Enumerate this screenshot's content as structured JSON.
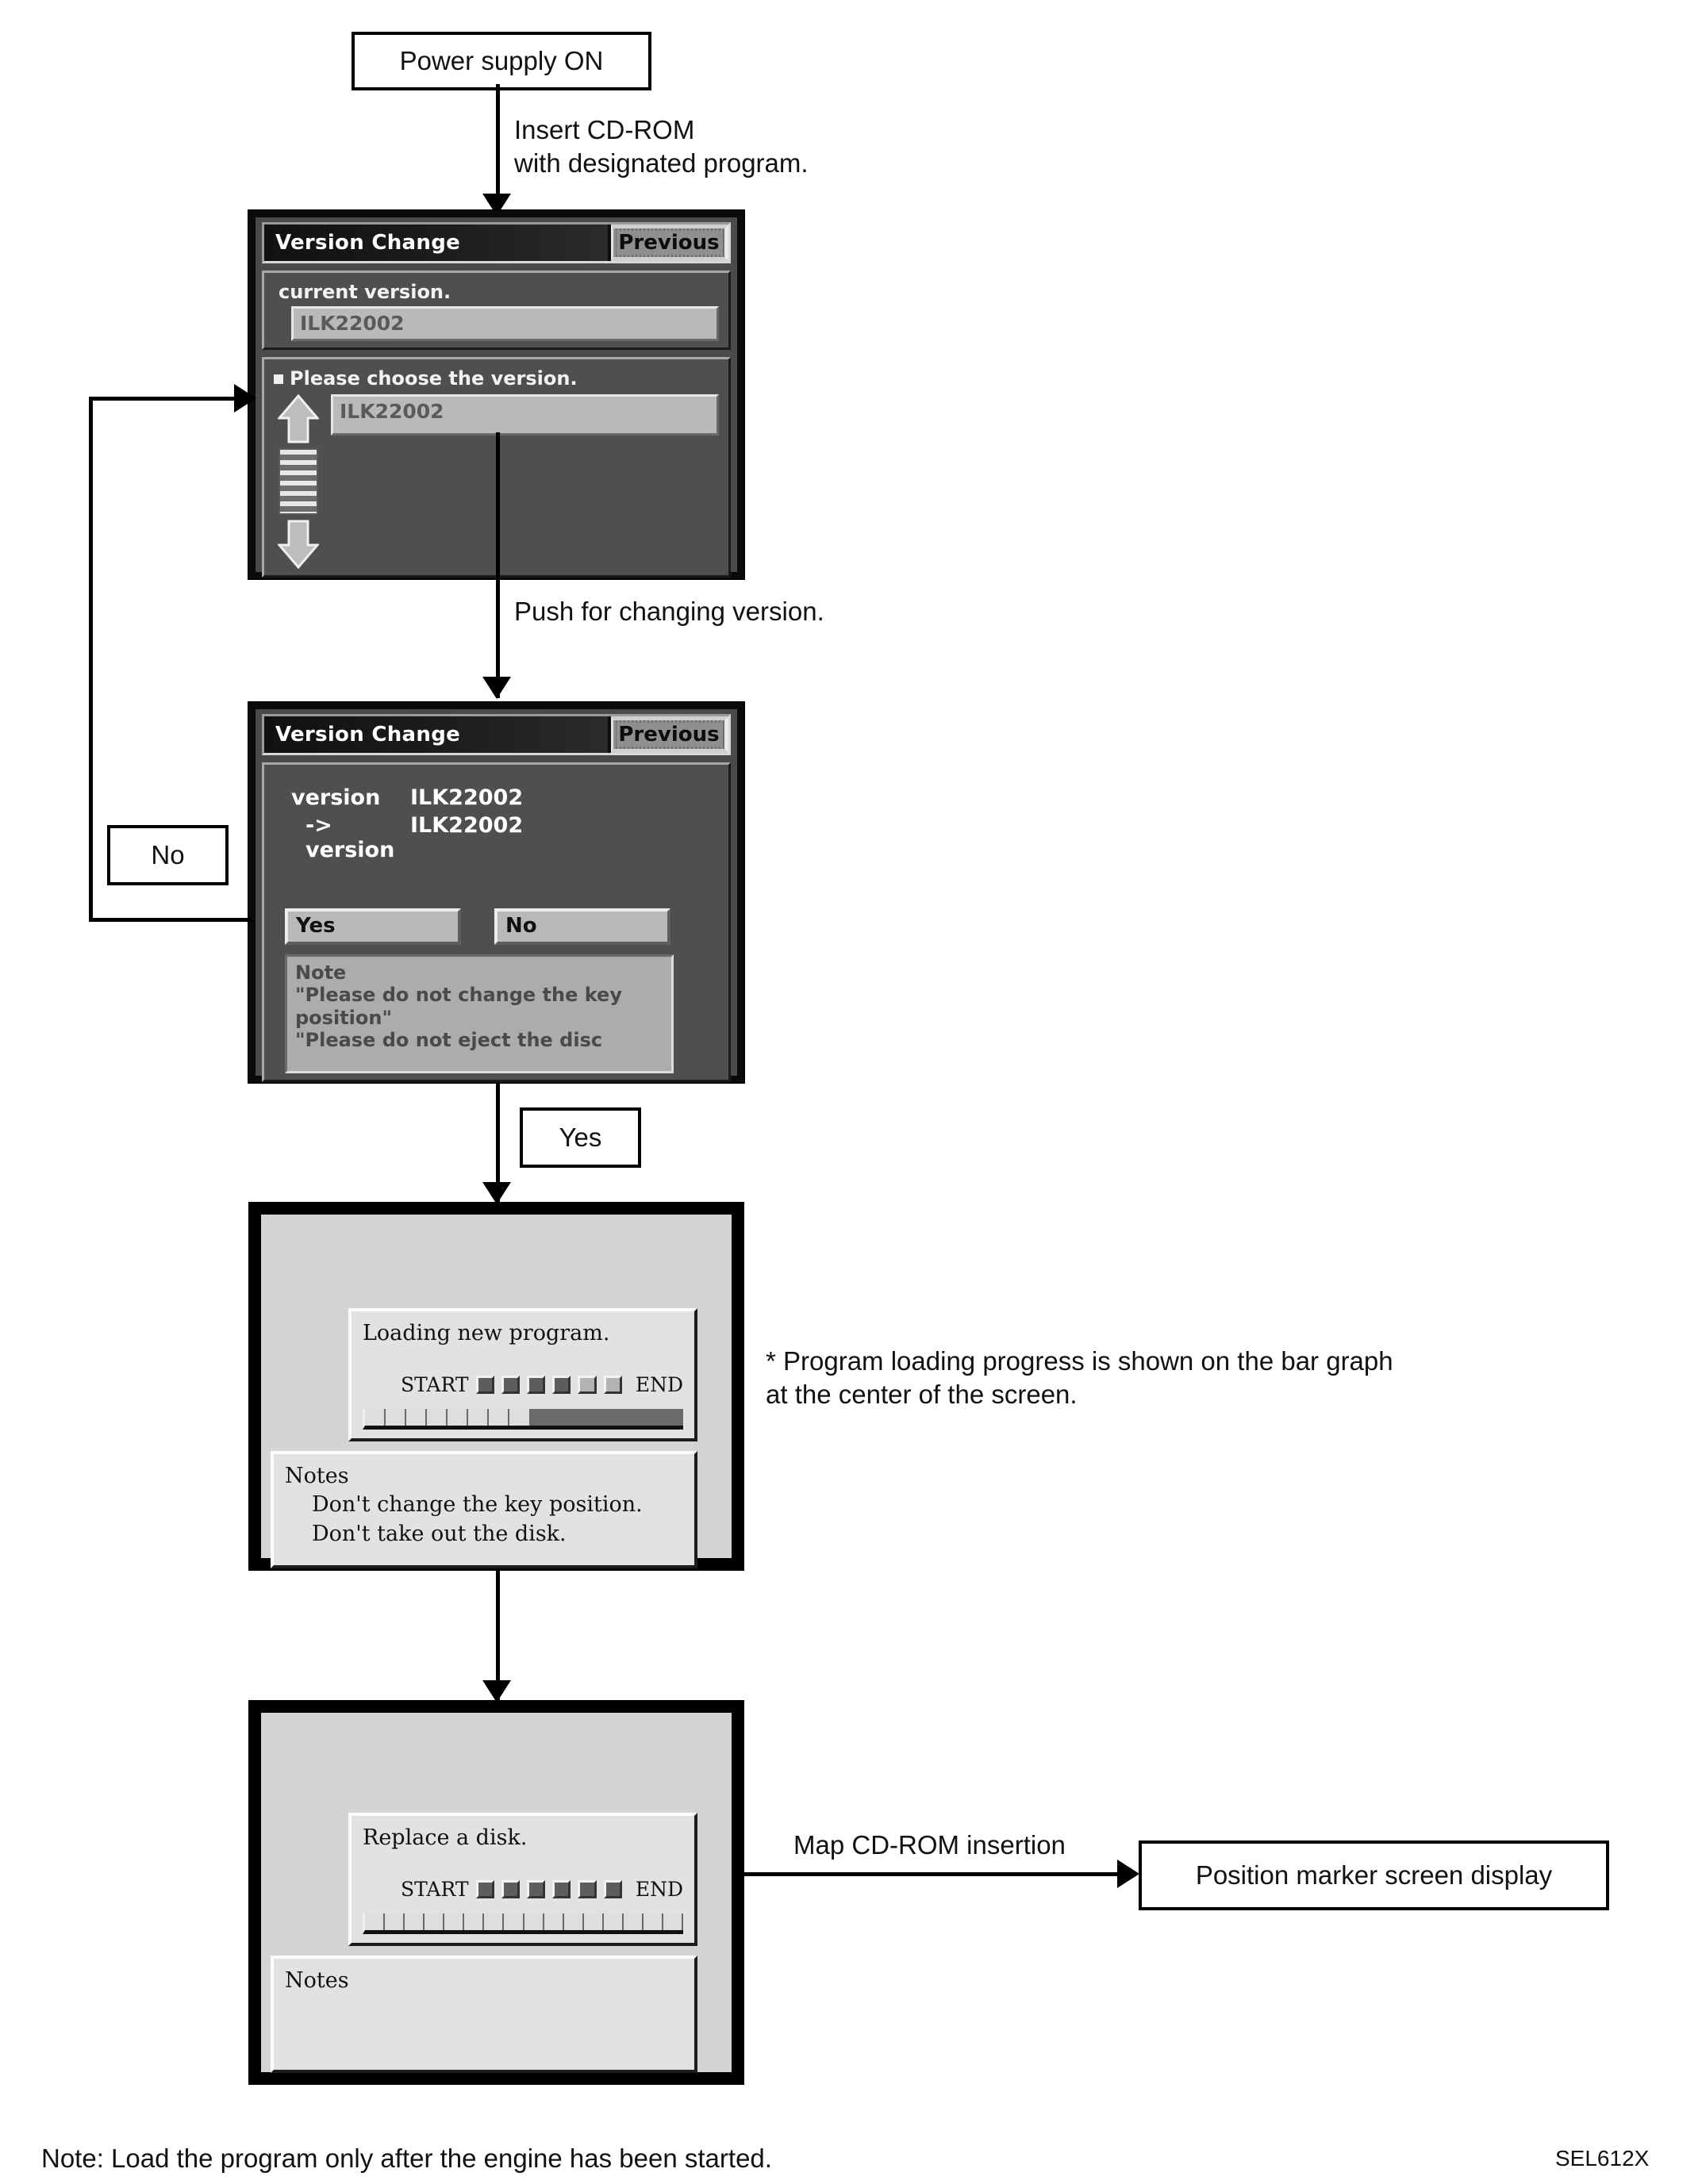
{
  "flow": {
    "start_box": "Power supply ON",
    "edge_insert": "Insert CD-ROM\nwith designated program.",
    "edge_push": "Push for changing version.",
    "branch_no": "No",
    "branch_yes": "Yes",
    "edge_map": "Map CD-ROM insertion",
    "end_box": "Position marker screen display"
  },
  "screen1": {
    "title": "Version Change",
    "previous_label": "Previous",
    "current_version_label": "current version.",
    "current_version_value": "ILK22002",
    "choose_label": "Please choose the version.",
    "choose_value": "ILK22002",
    "scroll_up_icon": "arrow-up-icon",
    "scroll_down_icon": "arrow-down-icon"
  },
  "screen2": {
    "title": "Version Change",
    "previous_label": "Previous",
    "row1_label": "version",
    "row1_value": "ILK22002",
    "row2_label": "->  version",
    "row2_value": "ILK22002",
    "yes_label": "Yes",
    "no_label": "No",
    "note": "Note\n\"Please do not change the key position\"\n\"Please do not eject the disc"
  },
  "screen3": {
    "message": "Loading new program.",
    "start_label": "START",
    "end_label": "END",
    "blocks_total": 6,
    "blocks_filled": 4,
    "progress_segments": 16,
    "progress_filled_segments": 8,
    "notes_title": "Notes",
    "notes_body": "Don't change the key position.\nDon't take out the disk."
  },
  "screen4": {
    "message": "Replace a disk.",
    "start_label": "START",
    "end_label": "END",
    "blocks_total": 6,
    "blocks_filled": 6,
    "progress_segments": 16,
    "progress_filled_segments": 0,
    "notes_title": "Notes",
    "notes_body": ""
  },
  "annotations": {
    "bar_graph_note": "* Program loading progress is shown on the bar graph\n   at the center of the screen.",
    "footer_note": "Note: Load the program only after the engine has been started.",
    "figure_code": "SEL612X"
  }
}
